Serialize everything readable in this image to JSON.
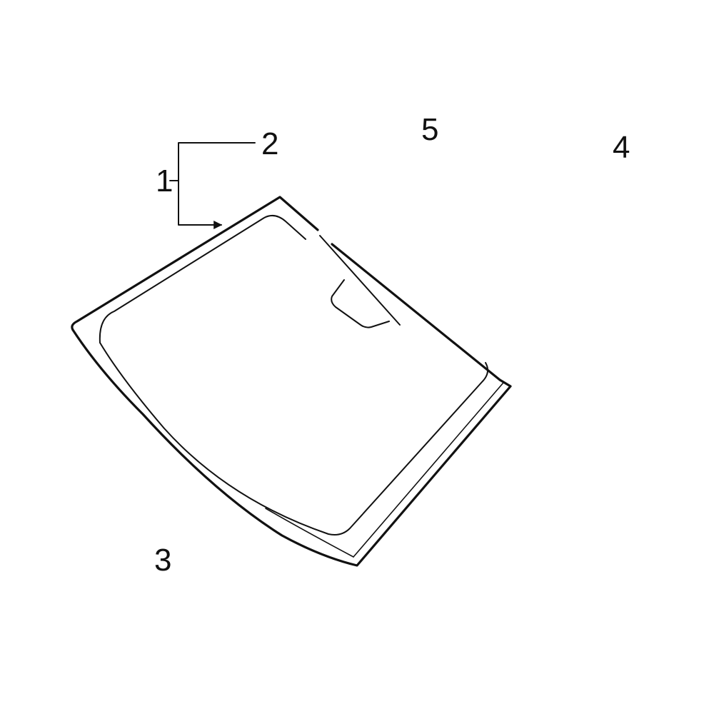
{
  "diagram": {
    "type": "exploded parts diagram",
    "subject": "Windshield assembly",
    "highlight_color": "#3E5FC8",
    "line_color": "#111111",
    "background": "#ffffff",
    "callouts": [
      {
        "number": "1",
        "part": "windshield-glass"
      },
      {
        "number": "2",
        "part": "mirror-mount-brackets",
        "highlighted": true
      },
      {
        "number": "3",
        "part": "lower-molding-strip"
      },
      {
        "number": "4",
        "part": "rear-view-mirror"
      },
      {
        "number": "5",
        "part": "windshield-reveal-molding"
      }
    ]
  },
  "labels": {
    "c1": "1",
    "c2": "2",
    "c3": "3",
    "c4": "4",
    "c5": "5"
  }
}
